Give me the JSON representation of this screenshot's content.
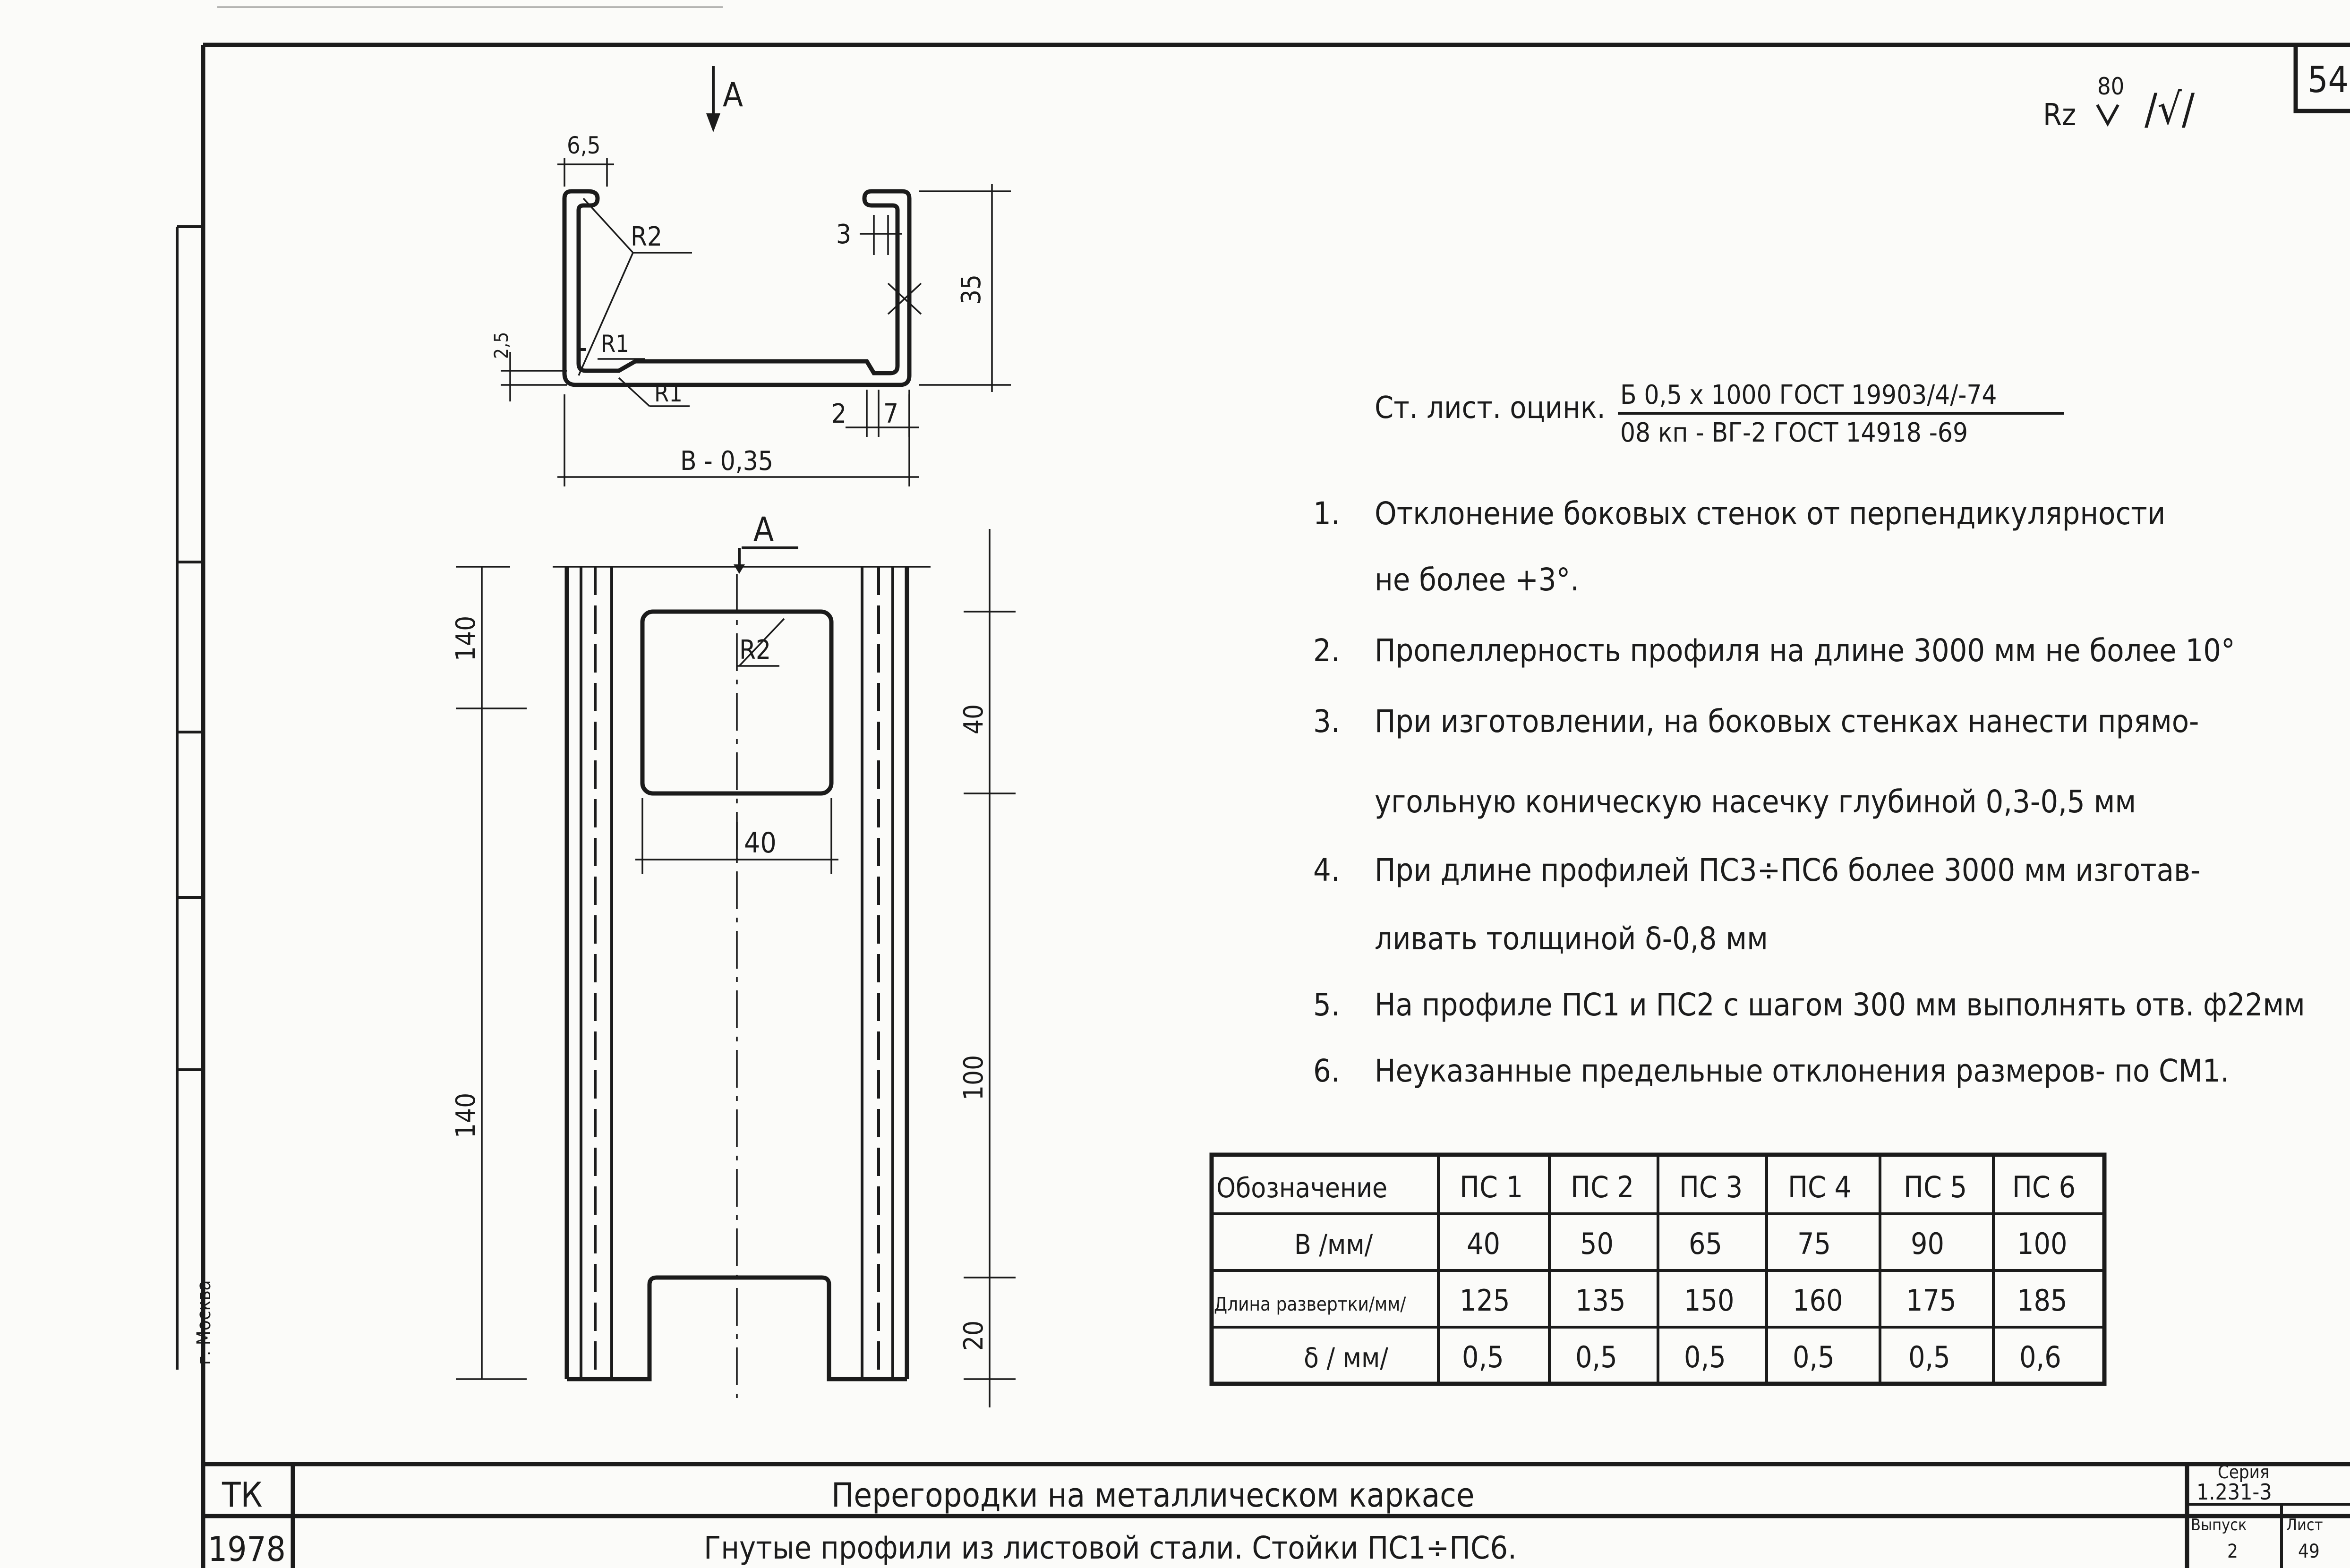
{
  "sheet_number": "54",
  "roughness": {
    "prefix": "Rz",
    "value": "80",
    "suffix": "/√/"
  },
  "section_label": "A",
  "section_dims": {
    "lip": "6,5",
    "radius_top": "R2",
    "radius_bottom": "R1",
    "radius_bottom2": "R1",
    "lip_offset": "2,5",
    "groove": "3",
    "height": "35",
    "right_a": "2",
    "right_b": "7",
    "width": "B - 0,35"
  },
  "elevation_dims": {
    "section_mark": "A",
    "left_top": "140",
    "left_bottom": "140",
    "right_top": "40",
    "right_mid": "100",
    "right_bottom": "20",
    "opening_width": "40",
    "opening_radius": "R2"
  },
  "material": {
    "prefix": "Ст. лист. оцинк.",
    "numerator": "Б 0,5 х 1000  ГОСТ 19903/4/-74",
    "denominator": "08 кп - ВГ-2 ГОСТ 14918 -69"
  },
  "notes": [
    {
      "num": "1.",
      "lines": [
        "Отклонение боковых стенок от перпендикулярности",
        "не более +3°."
      ]
    },
    {
      "num": "2.",
      "lines": [
        "Пропеллерность профиля  на длине 3000 мм не более 10°"
      ]
    },
    {
      "num": "3.",
      "lines": [
        "При изготовлении, на боковых стенках нанести прямо-",
        "угольную коническую насечку глубиной 0,3-0,5 мм"
      ]
    },
    {
      "num": "4.",
      "lines": [
        "При длине профилей ПС3÷ПС6 более 3000 мм изготав-",
        "ливать толщиной δ-0,8 мм"
      ]
    },
    {
      "num": "5.",
      "lines": [
        "На профиле ПС1 и ПС2 с шагом 300 мм выполнять отв. ф22мм"
      ]
    },
    {
      "num": "6.",
      "lines": [
        "Неуказанные предельные отклонения размеров- по СМ1."
      ]
    }
  ],
  "table": {
    "header": [
      "Обозначение",
      "ПС 1",
      "ПС 2",
      "ПС 3",
      "ПС 4",
      "ПС 5",
      "ПС 6"
    ],
    "rows": [
      [
        "B /мм/",
        "40",
        "50",
        "65",
        "75",
        "90",
        "100"
      ],
      [
        "Длина развертки/мм/",
        "125",
        "135",
        "150",
        "160",
        "175",
        "185"
      ],
      [
        "δ / мм/",
        "0,5",
        "0,5",
        "0,5",
        "0,5",
        "0,5",
        "0,6"
      ]
    ]
  },
  "title_block": {
    "code": "ТК",
    "year": "1978",
    "title": "Перегородки на металлическом каркасе",
    "subtitle": "Гнутые профили из листовой стали. Стойки ПС1÷ПС6.",
    "series_label": "Серия",
    "series_value": "1.231-3",
    "issue_label": "Выпуск",
    "issue_value": "2",
    "sheet_label": "Лист",
    "sheet_value": "49"
  },
  "margin_stamp": "г. Москва"
}
